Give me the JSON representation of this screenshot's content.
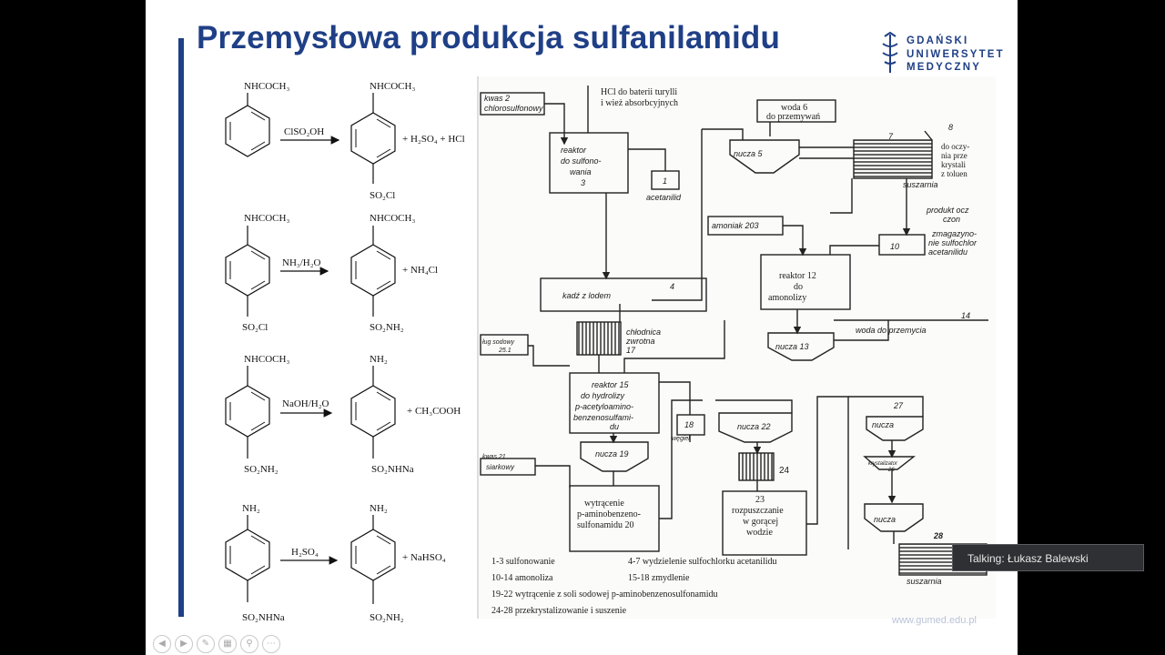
{
  "slide": {
    "title": "Przemysłowa produkcja sulfanilamidu",
    "logo": {
      "line1": "GDAŃSKI",
      "line2": "UNIWERSYTET",
      "line3": "MEDYCZNY"
    },
    "url": "www.gumed.edu.pl"
  },
  "chem": {
    "r1": {
      "sub_top": "NHCOCH₃",
      "reagent": "ClSO₂OH",
      "prod_top": "NHCOCH₃",
      "byprod": "+ H₂SO₄ + HCl",
      "prod_bottom": "SO₂Cl"
    },
    "r2": {
      "sub_top": "NHCOCH₃",
      "sub_bottom": "SO₂Cl",
      "reagent": "NH₃/H₂O",
      "prod_top": "NHCOCH₃",
      "byprod": "+ NH₄Cl",
      "prod_bottom": "SO₂NH₂"
    },
    "r3": {
      "sub_top": "NHCOCH₃",
      "sub_bottom": "SO₂NH₂",
      "reagent": "NaOH/H₂O",
      "prod_top": "NH₂",
      "byprod": "+ CH₃COOH",
      "prod_bottom": "SO₂NHNa"
    },
    "r4": {
      "sub_top": "NH₂",
      "sub_bottom": "SO₂NHNa",
      "reagent": "H₂SO₄",
      "prod_top": "NH₂",
      "byprod": "+ NaHSO₄",
      "prod_bottom": "SO₂NH₂"
    }
  },
  "flow": {
    "kwas_l1": "kwas 2",
    "kwas_l2": "chlorosulfonowy",
    "hcl_l1": "HCl do baterii turylli",
    "hcl_l2": "i wież absorbcyjnych",
    "reactor3_l1": "reaktor",
    "reactor3_l2": "do sulfono-",
    "reactor3_l3": "wania",
    "reactor3_num": "3",
    "acet_num": "1",
    "acet_label": "acetanilid",
    "woda_l1": "woda 6",
    "woda_l2": "do przemywań",
    "nucza5": "nucza 5",
    "num7": "7",
    "num8": "8",
    "oczy_l1": "do oczy-",
    "oczy_l2": "nia prze",
    "oczy_l3": "krystali",
    "oczy_l4": "z toluen",
    "suszarnia": "suszarnia",
    "amoniak": "amoniak 203",
    "produkt_l1": "produkt ocz",
    "produkt_l2": "czon",
    "box10": "10",
    "zmag_l1": "zmagazyno-",
    "zmag_l2": "nie sulfochlor",
    "zmag_l3": "acetanilidu",
    "reactor12_l1": "reaktor 12",
    "reactor12_l2": "do",
    "reactor12_l3": "amonolizy",
    "kadz": "kadź z lodem",
    "kadz_num": "4",
    "num14": "14",
    "woda_przem": "woda do przemycia",
    "chlod_l1": "chłodnica",
    "chlod_l2": "zwrotna",
    "chlod_num": "17",
    "lug_l1": "ług sodowy",
    "lug_l2": "25.1",
    "nucza13": "nucza 13",
    "reactor15_l1": "reaktor 15",
    "reactor15_l2": "do hydrolizy",
    "reactor15_l3": "p-acetyloamino-",
    "reactor15_l4": "benzenosulfami-",
    "reactor15_l5": "du",
    "box18": "18",
    "wegiel": "węgiel",
    "nucza22": "nucza 22",
    "nucza_r": "nucza",
    "num27": "27",
    "kwas_m_l1": "kwas 21",
    "kwas_m_l2": "siarkowy",
    "nucza19": "nucza 19",
    "num24": "24",
    "kryst_l1": "krystalizator",
    "kryst_l2": "26",
    "wytr_l1": "wytrącenie",
    "wytr_l2": "p-aminobenzeno-",
    "wytr_l3": "sulfonamidu 20",
    "rozp_l1": "23",
    "rozp_l2": "rozpuszczanie",
    "rozp_l3": "w gorącej",
    "rozp_l4": "wodzie",
    "nucza27": "nucza",
    "num28": "28",
    "suszarnia2": "suszarnia",
    "legend_1": "1-3  sulfonowanie",
    "legend_2": "4-7  wydzielenie sulfochlorku acetanilidu",
    "legend_3": "10-14  amonoliza",
    "legend_4": "15-18  zmydlenie",
    "legend_5": "19-22  wytrącenie z soli sodowej p-aminobenzenosulfonamidu",
    "legend_6": "24-28  przekrystalizowanie i suszenie"
  },
  "overlay": {
    "talking": "Talking: Łukasz Balewski"
  },
  "toolbar_icons": [
    "prev-icon",
    "next-icon",
    "pen-icon",
    "slides-icon",
    "zoom-icon",
    "more-icon"
  ]
}
